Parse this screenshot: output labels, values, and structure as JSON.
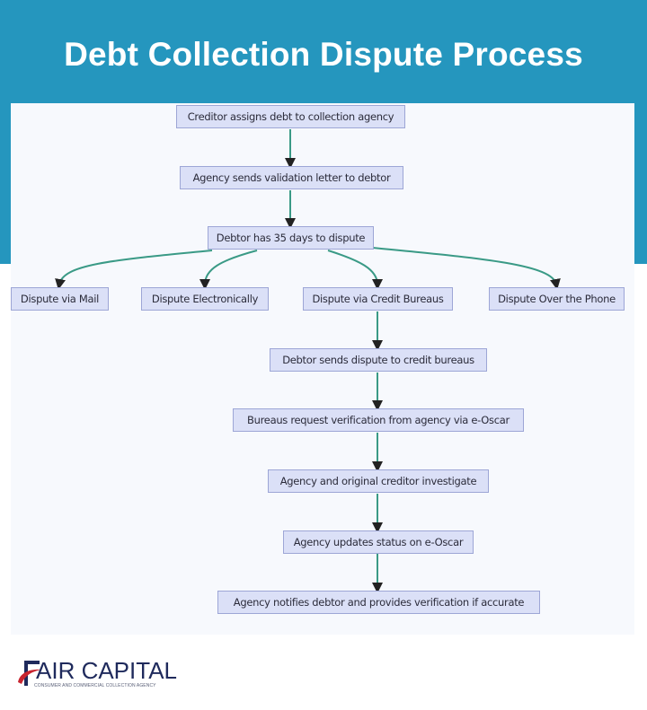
{
  "header": {
    "title": "Debt Collection Dispute Process"
  },
  "colors": {
    "banner": "#2596be",
    "node_fill": "#dbe0f7",
    "node_border": "#9da6d6",
    "edge": "#3a9a86",
    "logo_navy": "#1f2a5c",
    "logo_red": "#c8242f"
  },
  "diagram": {
    "nodes": [
      {
        "id": "n1",
        "label": "Creditor assigns debt to collection agency"
      },
      {
        "id": "n2",
        "label": "Agency sends validation letter to debtor"
      },
      {
        "id": "n3",
        "label": "Debtor has 35 days to dispute"
      },
      {
        "id": "mail",
        "label": "Dispute via Mail"
      },
      {
        "id": "elec",
        "label": "Dispute Electronically"
      },
      {
        "id": "bureau",
        "label": "Dispute via Credit Bureaus"
      },
      {
        "id": "phone",
        "label": "Dispute Over the Phone"
      },
      {
        "id": "n4",
        "label": "Debtor sends dispute to credit bureaus"
      },
      {
        "id": "n5",
        "label": "Bureaus request verification from agency via e-Oscar"
      },
      {
        "id": "n6",
        "label": "Agency and original creditor investigate"
      },
      {
        "id": "n7",
        "label": "Agency updates status on e-Oscar"
      },
      {
        "id": "n8",
        "label": "Agency notifies debtor and provides verification if accurate"
      }
    ],
    "edges": [
      [
        "n1",
        "n2"
      ],
      [
        "n2",
        "n3"
      ],
      [
        "n3",
        "mail"
      ],
      [
        "n3",
        "elec"
      ],
      [
        "n3",
        "bureau"
      ],
      [
        "n3",
        "phone"
      ],
      [
        "bureau",
        "n4"
      ],
      [
        "n4",
        "n5"
      ],
      [
        "n5",
        "n6"
      ],
      [
        "n6",
        "n7"
      ],
      [
        "n7",
        "n8"
      ]
    ]
  },
  "logo": {
    "name": "FAIR CAPITAL",
    "name_rest": "AIR CAPITAL",
    "initial": "F",
    "tagline": "CONSUMER AND COMMERCIAL COLLECTION AGENCY"
  }
}
